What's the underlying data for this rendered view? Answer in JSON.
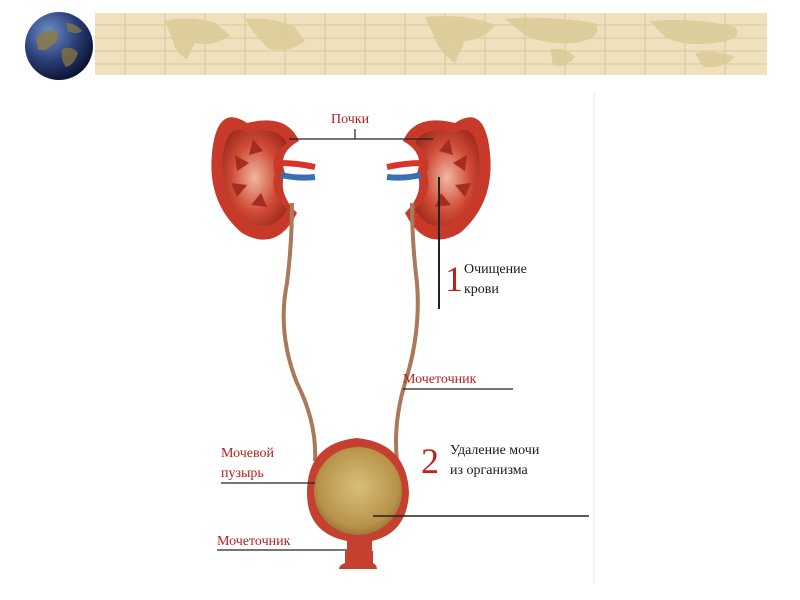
{
  "labels": {
    "kidneys": "Почки",
    "ureter_upper": "Мочеточник",
    "bladder_line1": "Мочевой",
    "bladder_line2": "пузырь",
    "urethra": "Мочеточник"
  },
  "steps": [
    {
      "number": "1",
      "line1": "Очищение",
      "line2": "крови"
    },
    {
      "number": "2",
      "line1": "Удаление мочи",
      "line2": "из организма"
    }
  ],
  "colors": {
    "label_red": "#b5201e",
    "banner_bg": "#efe1bd",
    "kidney": "#c9392a",
    "ureter": "#a9795a",
    "bladder_fill": "#c7a55a"
  }
}
